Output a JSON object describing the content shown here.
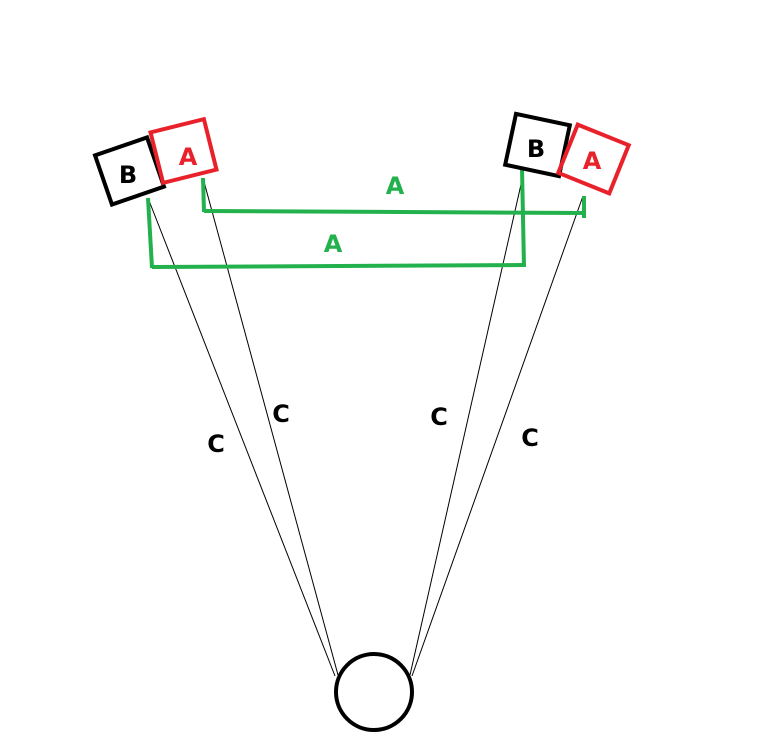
{
  "colors": {
    "background": "#ffffff",
    "black": "#000000",
    "red": "#e8212a",
    "green": "#22b14c"
  },
  "speakers": {
    "left_b": "B",
    "left_a": "A",
    "right_b": "B",
    "right_a": "A"
  },
  "distances": {
    "upper_a": "A",
    "lower_a": "A"
  },
  "rays": {
    "c1": "C",
    "c2": "C",
    "c3": "C",
    "c4": "C"
  }
}
